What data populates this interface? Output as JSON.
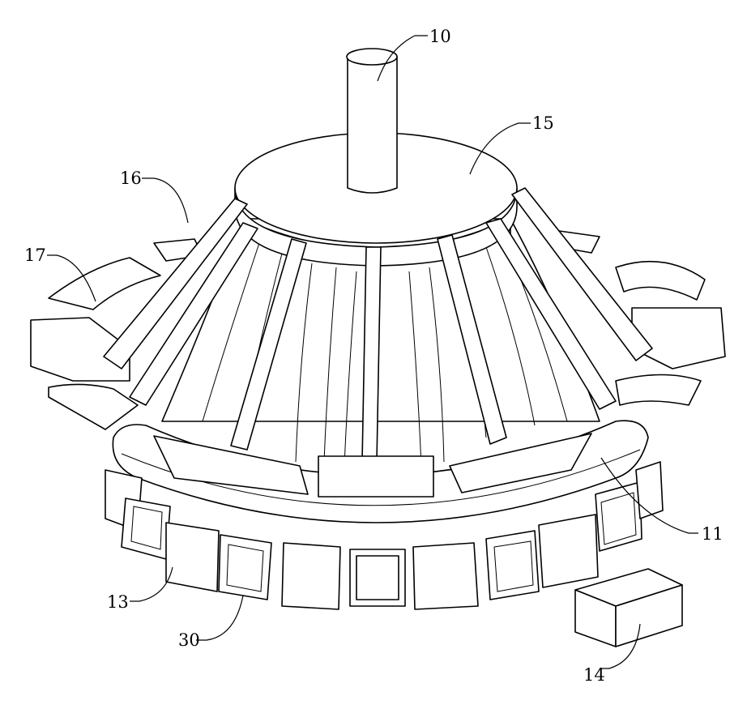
{
  "figure": {
    "labels": {
      "shaft": "10",
      "ring": "11",
      "holder": "13",
      "box": "14",
      "disc": "15",
      "arm": "16",
      "plate": "17",
      "frame": "30"
    }
  }
}
